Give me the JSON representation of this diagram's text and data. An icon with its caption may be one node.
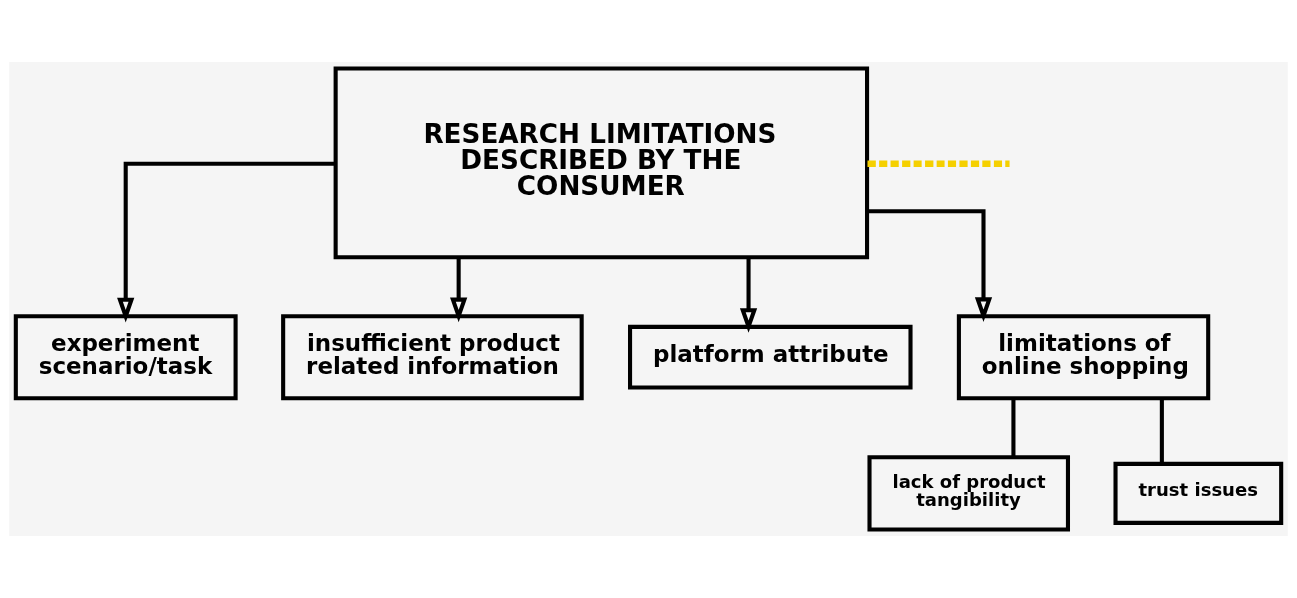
{
  "diagram": {
    "nodes": [
      {
        "text": [
          "RESEARCH LIMITATIONS DESCRIBED BY THE CONSUMER"
        ]
      },
      {
        "text": [
          "experiment scenario/task"
        ]
      },
      {
        "text": [
          "insufficient product related information"
        ]
      },
      {
        "text": [
          "platform attribute"
        ]
      },
      {
        "text": [
          "limitations of online shopping"
        ]
      },
      {
        "text": [
          "lack of product tangibility"
        ]
      },
      {
        "text": [
          "trust issues"
        ]
      }
    ],
    "edges": [
      {
        "from": 0,
        "to": 1,
        "arrow": "to"
      },
      {
        "from": 0,
        "to": 2,
        "arrow": "to"
      },
      {
        "from": 0,
        "to": 3,
        "arrow": "to"
      },
      {
        "from": 0,
        "to": 4,
        "arrow": "to"
      },
      {
        "from": 4,
        "to": 5,
        "arrow": "none"
      },
      {
        "from": 4,
        "to": 6,
        "arrow": "none"
      },
      {
        "from": 0,
        "to": null,
        "arrow": "none",
        "style": "dashed",
        "color": "#f5d000"
      }
    ]
  }
}
